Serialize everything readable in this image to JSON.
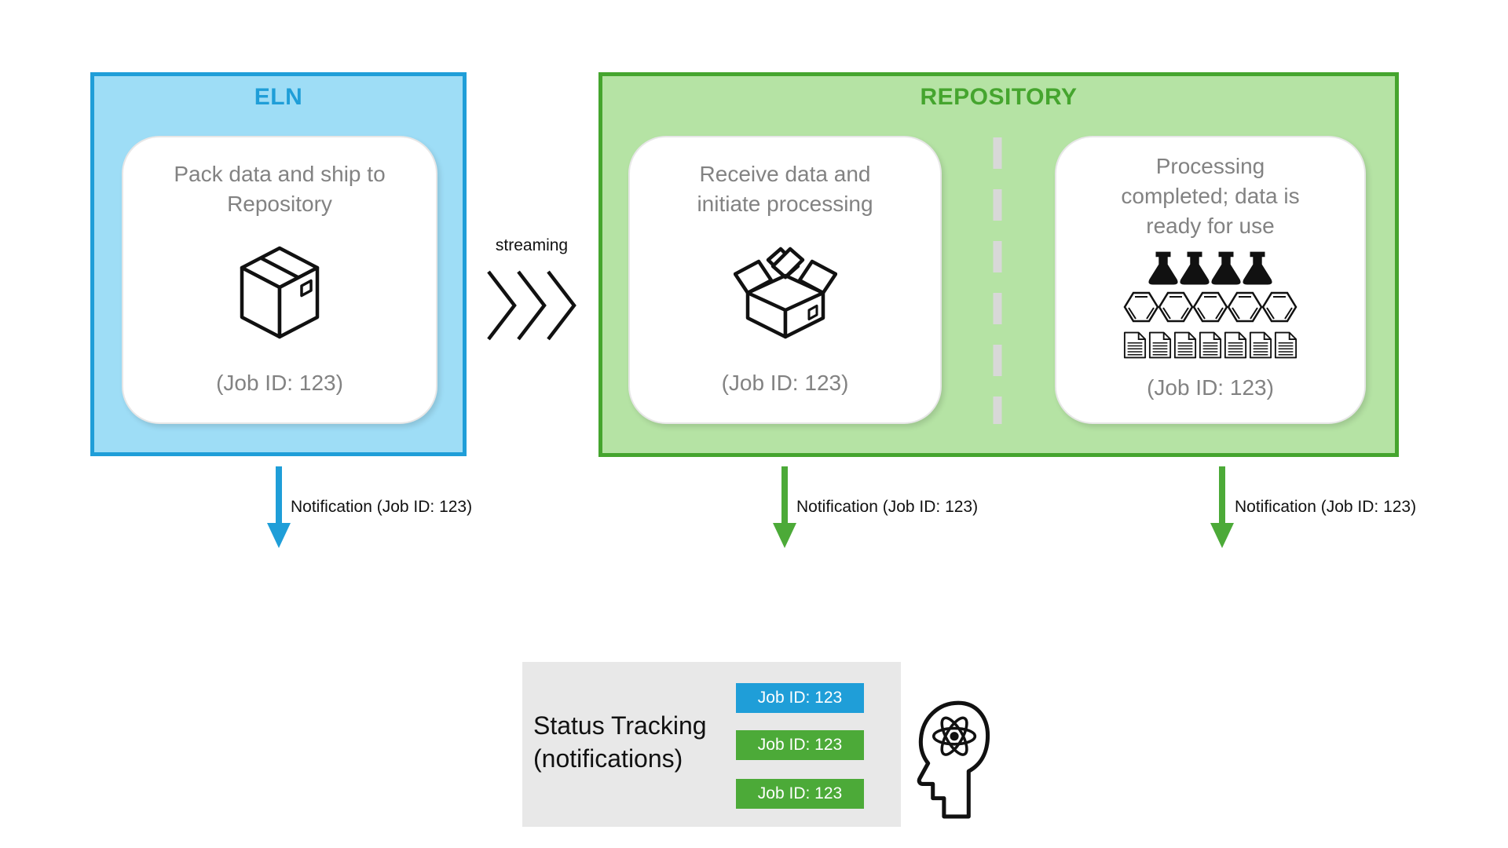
{
  "colors": {
    "blue": "#1f9ed8",
    "blue_fill": "#9eddf6",
    "green": "#45a52e",
    "green_fill": "#b5e3a4",
    "arrow_blue": "#1f9ed8",
    "arrow_green": "#4caa38",
    "badge_blue": "#1f9ed8",
    "badge_green": "#4caa38",
    "gray_text": "#828282",
    "panel_gray": "#e8e8e8",
    "dash_gray": "#d8d8d8"
  },
  "icons": {
    "eln_card": "closed-box-icon",
    "receive_card": "open-box-icon",
    "processing_card": [
      "flask-icon",
      "hexagon-icon",
      "document-icon"
    ],
    "stream": "triple-chevron-right-icon",
    "status": "head-atom-icon"
  },
  "eln": {
    "title": "ELN",
    "card": {
      "line1": "Pack data and ship to",
      "line2": "Repository",
      "job_id": "(Job ID: 123)"
    }
  },
  "streaming": {
    "label": "streaming"
  },
  "repository": {
    "title": "REPOSITORY",
    "receive_card": {
      "line1": "Receive data and",
      "line2": "initiate processing",
      "job_id": "(Job ID: 123)"
    },
    "processing_card": {
      "line1": "Processing",
      "line2": "completed; data is",
      "line3": "ready for use",
      "flask_count": 4,
      "hexagon_count": 5,
      "document_count": 7,
      "job_id": "(Job ID: 123)"
    }
  },
  "notifications": [
    {
      "label": "Notification (Job ID: 123)",
      "color": "#1f9ed8"
    },
    {
      "label": "Notification (Job ID: 123)",
      "color": "#4caa38"
    },
    {
      "label": "Notification (Job ID: 123)",
      "color": "#4caa38"
    }
  ],
  "status_tracking": {
    "title_line1": "Status Tracking",
    "title_line2": "(notifications)",
    "badges": [
      {
        "label": "Job ID: 123",
        "color": "#1f9ed8"
      },
      {
        "label": "Job ID: 123",
        "color": "#4caa38"
      },
      {
        "label": "Job ID: 123",
        "color": "#4caa38"
      }
    ]
  }
}
